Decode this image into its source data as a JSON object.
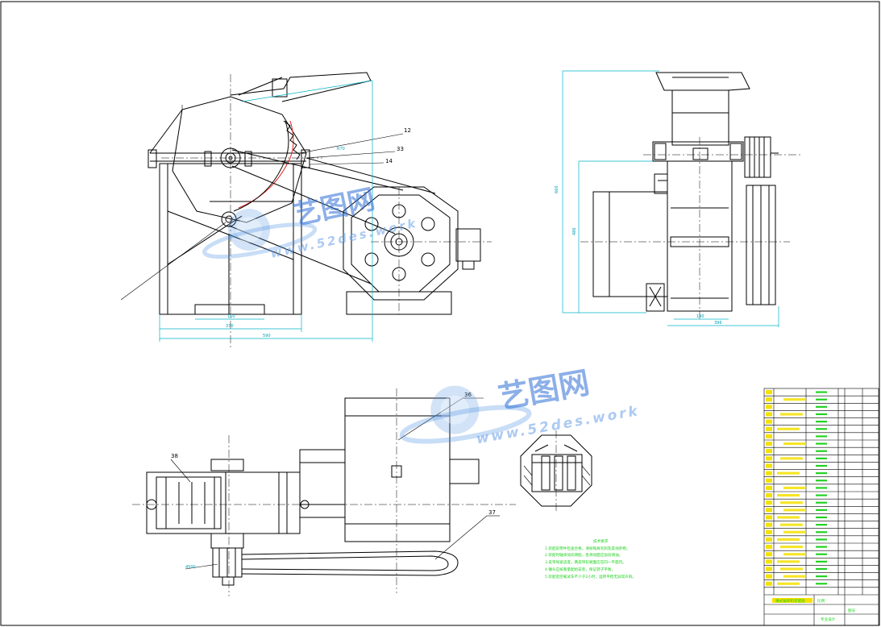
{
  "watermark": {
    "brand": "艺图网",
    "url": "www.52des.work"
  },
  "front_view": {
    "part_labels": [
      "12",
      "33",
      "14"
    ],
    "dims": {
      "bottom_inner": "160",
      "bottom_mid": "370",
      "bottom_overall": "590",
      "angle": "R70"
    }
  },
  "side_view": {
    "dims": {
      "height_overall": "660",
      "height_body": "486",
      "base_inner": "140",
      "base_overall": "396"
    }
  },
  "plan_view": {
    "part_labels": [
      "36",
      "38",
      "37"
    ],
    "dims": {
      "belt_label": "4500"
    }
  },
  "tech_notes": {
    "title": "技术要求",
    "lines": [
      "1.装配前零件检查合格，清除铁屑毛刺及其他杂物。",
      "2.装配时轴承加润滑脂，各滑动面应加润滑油。",
      "3.皮带张紧适度，两皮带轮端面应在同一平面内。",
      "4.锤头应按重量配组安装，保证转子平衡。",
      "5.装配后空载试车不少于2小时，运转平稳无异常声响。"
    ]
  },
  "title_block": {
    "colors": {
      "row_fill": "#f5e100",
      "cell_text": "#1fd11f"
    },
    "rows": 28,
    "footer_cells": [
      "锤式破碎机装配图",
      "比例",
      "图号",
      "专业设计"
    ]
  },
  "colors": {
    "dimension": "#00b4c8",
    "highlight": "#e0201c",
    "notes": "#1fd11f"
  }
}
